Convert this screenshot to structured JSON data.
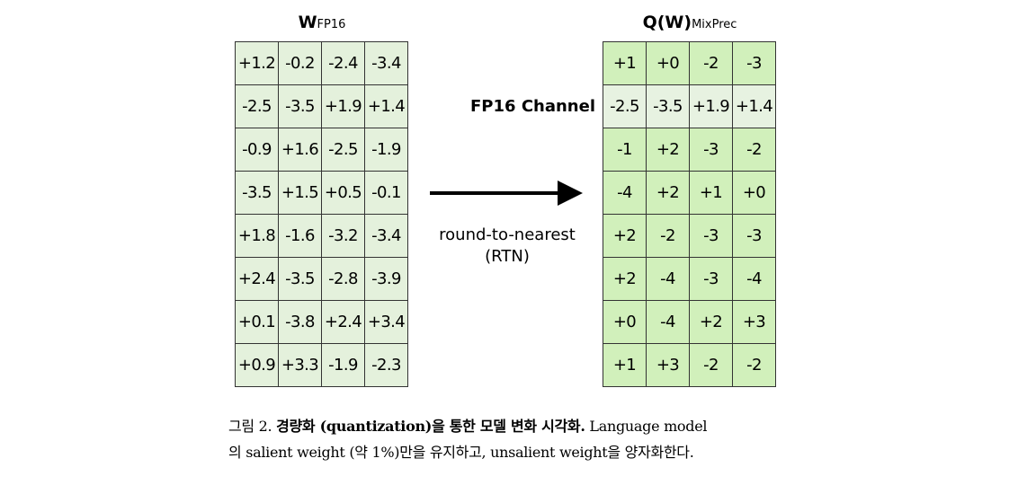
{
  "left_title": {
    "main": "W",
    "sub": "FP16"
  },
  "right_title": {
    "main": "Q(W)",
    "sub": "MixPrec"
  },
  "channel_label": "FP16 Channel",
  "arrow_label": {
    "line1": "round-to-nearest",
    "line2": "(RTN)"
  },
  "left_matrix": [
    [
      "+1.2",
      "-0.2",
      "-2.4",
      "-3.4"
    ],
    [
      "-2.5",
      "-3.5",
      "+1.9",
      "+1.4"
    ],
    [
      "-0.9",
      "+1.6",
      "-2.5",
      "-1.9"
    ],
    [
      "-3.5",
      "+1.5",
      "+0.5",
      "-0.1"
    ],
    [
      "+1.8",
      "-1.6",
      "-3.2",
      "-3.4"
    ],
    [
      "+2.4",
      "-3.5",
      "-2.8",
      "-3.9"
    ],
    [
      "+0.1",
      "-3.8",
      "+2.4",
      "+3.4"
    ],
    [
      "+0.9",
      "+3.3",
      "-1.9",
      "-2.3"
    ]
  ],
  "right_matrix": [
    [
      "+1",
      "+0",
      "-2",
      "-3"
    ],
    [
      "-2.5",
      "-3.5",
      "+1.9",
      "+1.4"
    ],
    [
      "-1",
      "+2",
      "-3",
      "-2"
    ],
    [
      "-4",
      "+2",
      "+1",
      "+0"
    ],
    [
      "+2",
      "-2",
      "-3",
      "-3"
    ],
    [
      "+2",
      "-4",
      "-3",
      "-4"
    ],
    [
      "+0",
      "-4",
      "+2",
      "+3"
    ],
    [
      "+1",
      "+3",
      "-2",
      "-2"
    ]
  ],
  "colors": {
    "left_cell": "#e4f1dc",
    "right_cell": "#d1f0bb",
    "fp16_row": "#e7f2e1"
  },
  "caption": {
    "prefix": "그림 2. ",
    "bold": "경량화 (quantization)을 통한 모델 변화 시각화.",
    "line1_rest": " Language model",
    "line2": "의 salient weight (약 1%)만을 유지하고, unsalient weight을 양자화한다."
  }
}
